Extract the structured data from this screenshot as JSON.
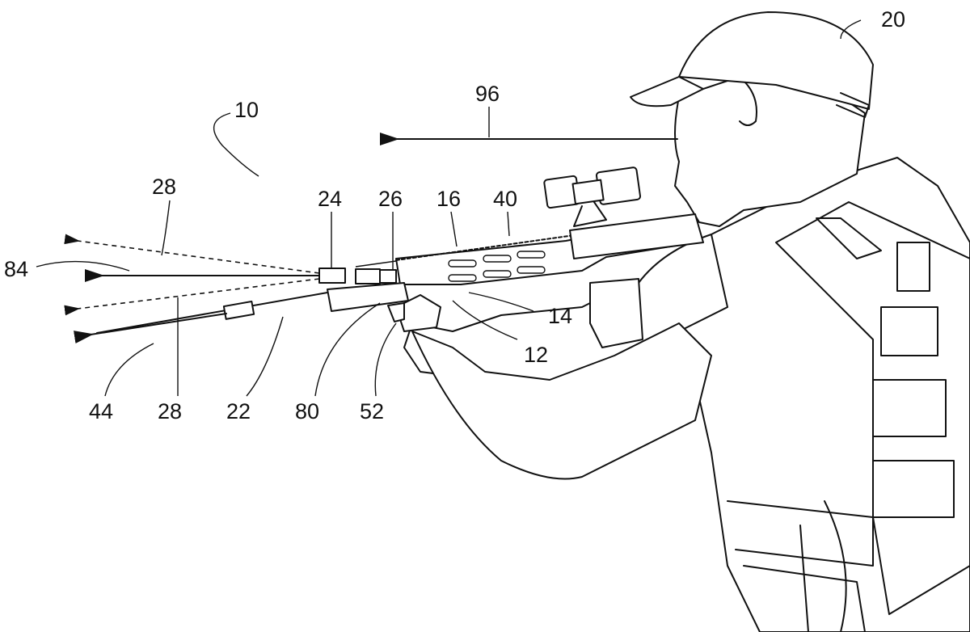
{
  "figure": {
    "reference_numerals": {
      "system": "10",
      "user": "20",
      "sight_direction": "96",
      "beam_upper": "28",
      "beam_lower": "28",
      "emitter_front": "24",
      "emitter_rear": "26",
      "rail": "16",
      "rail_slots": "40",
      "beam_center": "84",
      "handguard": "14",
      "firearm": "12",
      "beam_bottom": "44",
      "auxiliary_device": "22",
      "mount": "80",
      "switch": "52"
    }
  }
}
